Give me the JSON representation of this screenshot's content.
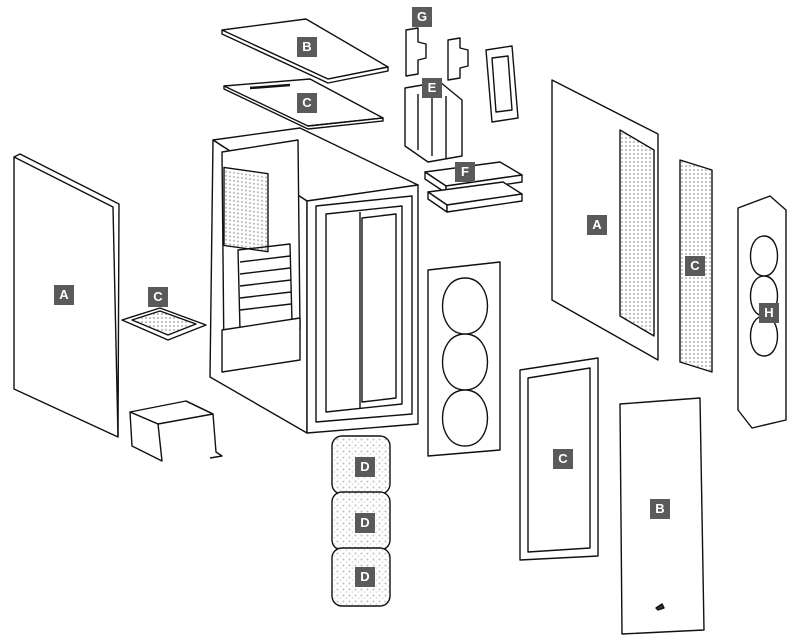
{
  "labels": [
    {
      "id": "lbl-B-top",
      "text": "B"
    },
    {
      "id": "lbl-C-top",
      "text": "C"
    },
    {
      "id": "lbl-G",
      "text": "G"
    },
    {
      "id": "lbl-E",
      "text": "E"
    },
    {
      "id": "lbl-F",
      "text": "F"
    },
    {
      "id": "lbl-A-left",
      "text": "A"
    },
    {
      "id": "lbl-C-left",
      "text": "C"
    },
    {
      "id": "lbl-A-right",
      "text": "A"
    },
    {
      "id": "lbl-C-right",
      "text": "C"
    },
    {
      "id": "lbl-H",
      "text": "H"
    },
    {
      "id": "lbl-D-1",
      "text": "D"
    },
    {
      "id": "lbl-D-2",
      "text": "D"
    },
    {
      "id": "lbl-D-3",
      "text": "D"
    },
    {
      "id": "lbl-C-front",
      "text": "C"
    },
    {
      "id": "lbl-B-front",
      "text": "B"
    }
  ],
  "colors": {
    "line": "#111111",
    "label_bg": "#5a5a5a",
    "label_text": "#ffffff",
    "mesh": "#bbbbbb"
  },
  "icons": [
    "case-chassis",
    "side-panel",
    "dust-filter",
    "fan",
    "drive-tray",
    "bracket"
  ]
}
